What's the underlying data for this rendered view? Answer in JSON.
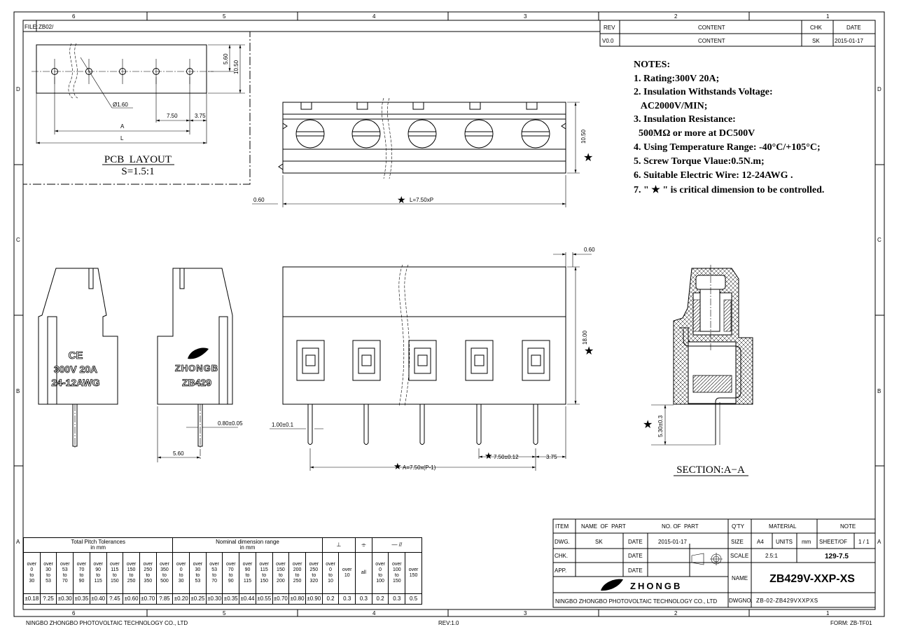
{
  "sheet": {
    "file_label": "FILE:",
    "file_value": "ZB02/",
    "col_markers": [
      "6",
      "5",
      "4",
      "3",
      "2",
      "1"
    ],
    "row_markers": [
      "D",
      "C",
      "B",
      "A"
    ],
    "company_footer": "NINGBO ZHONGBO PHOTOVOLTAIC TECHNOLOGY CO., LTD",
    "rev": "REV:1.0",
    "form": "FORM: ZB-TF01",
    "critical_mark": "★"
  },
  "revision_table": {
    "headers": [
      "REV",
      "CONTENT",
      "CHK",
      "DATE"
    ],
    "row": [
      "V0.0",
      "CONTENT",
      "SK",
      "2015-01-17"
    ]
  },
  "notes": {
    "title": "NOTES:",
    "lines": [
      "1. Rating:300V 20A;",
      "2. Insulation Withstands Voltage:",
      "   AC2000V/MIN;",
      "3. Insulation Resistance:",
      "  500MΩ or more at DC500V",
      "4. Using Temperature Range: -40°C/+105°C;",
      "5. Screw Torque Vlaue:0.5N.m;",
      "6. Suitable Electric Wire: 12-24AWG .",
      "7. \" ★ \" is critical dimension to be controlled."
    ]
  },
  "pcb_layout": {
    "title": "PCB  LAYOUT",
    "scale": "S=1.5:1",
    "hole": "Ø1.60",
    "pitch": "7.50",
    "edge": "3.75",
    "a": "A",
    "l": "L",
    "h1": "5.60",
    "h2": "10.50"
  },
  "top_view": {
    "height": "10.50",
    "offset": "0.60",
    "length": "L=7.50xP"
  },
  "side_views": {
    "left_mark": "CE",
    "left_line1": "300V 20A",
    "left_line2": "24-12AWG",
    "right_brand": "ZHONGB",
    "right_model": "ZB429",
    "pin": "0.80±0.05",
    "pin_offset": "5.60"
  },
  "front_view": {
    "height": "18.00",
    "offset": "0.60",
    "pin_width": "1.00±0.1",
    "a": "A=7.50x(P-1)",
    "pitch": "7.50±0.12",
    "edge": "3.75"
  },
  "section": {
    "title": "SECTION:A−A",
    "pin_len": "5.30±0.3"
  },
  "tolerance_table": {
    "group_pitch": "Total Pitch Tolerances\nin mm",
    "group_nominal": "Nominal dimension range\nin mm",
    "sym_perp": "⊥",
    "sym_sym": "⌯",
    "sym_flat_par": "—      //",
    "ranges": [
      "over\n0\nto\n30",
      "over\n30\nto\n53",
      "over\n53\nto\n70",
      "over\n70\nto\n90",
      "over\n90\nto\n115",
      "over\n115\nto\n150",
      "over\n150\nto\n250",
      "over\n250\nto\n350",
      "over\n350\nto\n500",
      "over\n0\nto\n30",
      "over\n30\nto\n53",
      "over\n53\nto\n70",
      "over\n70\nto\n90",
      "over\n90\nto\n115",
      "over\n115\nto\n150",
      "over\n150\nto\n200",
      "over\n200\nto\n250",
      "over\n250\nto\n320",
      "over\n0\nto\n10",
      "over\n10",
      "all",
      "over\n0\nto\n100",
      "over\n100\nto\n150",
      "over\n150"
    ],
    "values": [
      "±0.18",
      "?.25",
      "±0.30",
      "±0.35",
      "±0.40",
      "?.45",
      "±0.60",
      "±0.70",
      "?.85",
      "±0.20",
      "±0.25",
      "±0.30",
      "±0.35",
      "±0.44",
      "±0.55",
      "±0.70",
      "±0.80",
      "±0.90",
      "0.2",
      "0.3",
      "0.3",
      "0.2",
      "0.3",
      "0.5"
    ]
  },
  "title_block": {
    "item": "ITEM",
    "name_of_part": "NAME  OF  PART",
    "no_of_part": "NO. OF  PART",
    "qty": "Q'TY",
    "material": "MATERIAL",
    "note": "NOTE",
    "dwg": "DWG.",
    "dwg_by": "SK",
    "date_label": "DATE",
    "dwg_date": "2015-01-17",
    "chk": "CHK.",
    "app": "APP.",
    "size_label": "SIZE",
    "size": "A4",
    "units_label": "UNITS",
    "units": "mm",
    "sheet_label": "SHEET/OF",
    "sheet": "1 / 1",
    "scale_label": "SCALE",
    "scale": "2.5:1",
    "series": "129-7.5",
    "name_label": "NAME",
    "name": "ZB429V-XXP-XS",
    "dwgno_label": "DWGNO.",
    "dwgno": "ZB-02-ZB429VXXPXS",
    "logo_text": "ZHONGB",
    "company": "NINGBO ZHONGBO PHOTOVOLTAIC TECHNOLOGY CO., LTD"
  }
}
